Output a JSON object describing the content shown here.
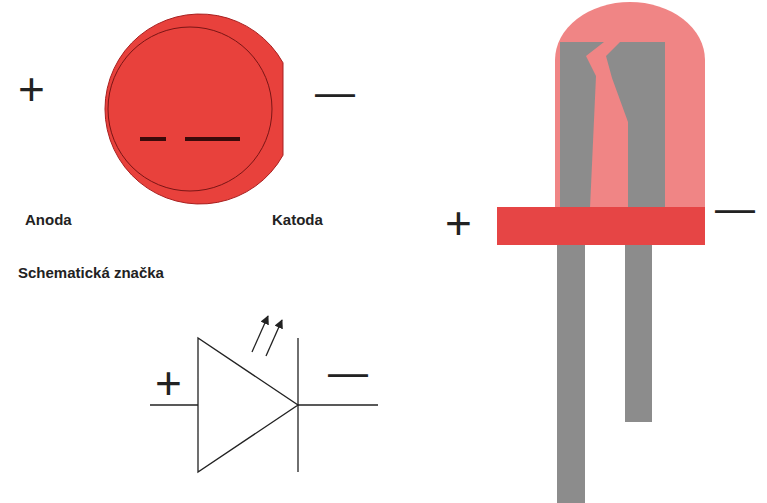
{
  "diagram": {
    "labels": [
      "+",
      "—",
      "Anoda",
      "Katoda",
      "Schematická značka",
      "+",
      "—",
      "+",
      "—"
    ]
  }
}
